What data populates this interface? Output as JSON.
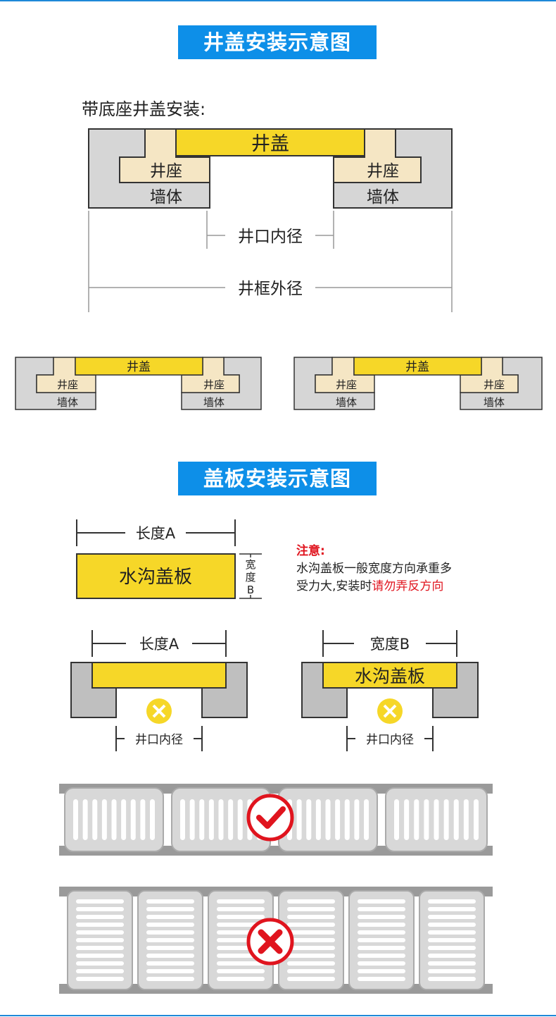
{
  "section1": {
    "banner": "井盖安装示意图",
    "subtitle": "带底座井盖安装:",
    "labels": {
      "cover": "井盖",
      "seat": "井座",
      "wall": "墙体",
      "inner": "井口内径",
      "outer": "井框外径"
    }
  },
  "section2": {
    "banner": "盖板安装示意图",
    "plate": "水沟盖板",
    "length_label": "长度A",
    "width_label": "宽度B",
    "width_vertical": [
      "宽",
      "度",
      "B"
    ],
    "note_title": "注意:",
    "note_text1": "水沟盖板一般宽度方向承重多",
    "note_text2": "受力大,安装时",
    "note_red": "请勿弄反方向",
    "inner_label": "井口内径"
  },
  "grates": {
    "correct_icon": "checkmark-icon",
    "wrong_icon": "cross-icon"
  },
  "colors": {
    "banner_blue": "#0d8fe8",
    "yellow": "#f6d728",
    "seat_beige": "#f5e6c4",
    "wall_gray": "#d6d6d6",
    "red": "#e0141e"
  }
}
